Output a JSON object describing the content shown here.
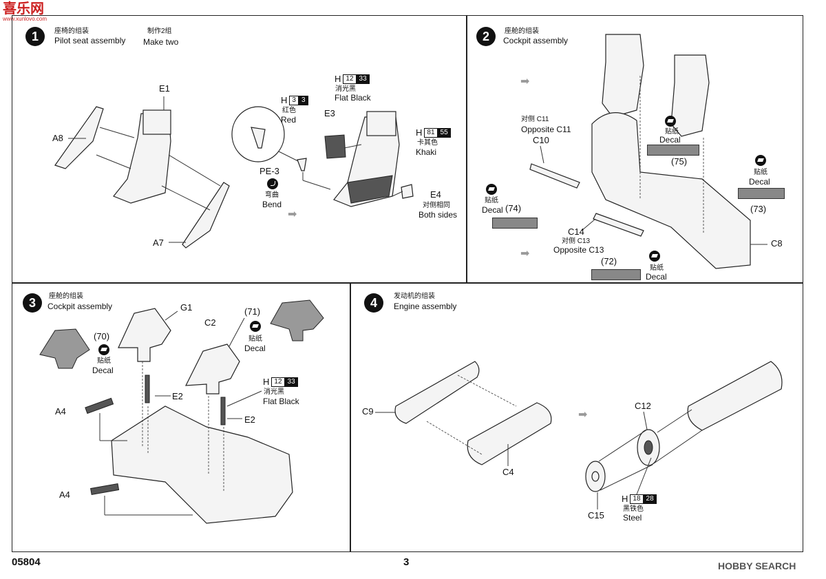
{
  "header_logo": "喜乐网",
  "header_url": "www.xunlovo.com",
  "footer": {
    "code": "05804",
    "page": "3",
    "brand": "HOBBY SEARCH"
  },
  "step1": {
    "num": "1",
    "title_cn": "座椅的组装",
    "title_en": "Pilot seat assembly",
    "make_cn": "制作2组",
    "make_en": "Make two",
    "labels": {
      "e1": "E1",
      "a8": "A8",
      "a7": "A7",
      "e3": "E3",
      "e4": "E4",
      "pe3": "PE-3"
    },
    "color_red": {
      "h": "H",
      "c1": "3",
      "c2": "3",
      "cn": "红色",
      "en": "Red"
    },
    "color_black": {
      "h": "H",
      "c1": "12",
      "c2": "33",
      "cn": "消光黑",
      "en": "Flat Black"
    },
    "color_khaki": {
      "h": "H",
      "c1": "81",
      "c2": "55",
      "cn": "卡其色",
      "en": "Khaki"
    },
    "bend_cn": "弯曲",
    "bend_en": "Bend",
    "both_cn": "对侧相同",
    "both_en": "Both sides"
  },
  "step2": {
    "num": "2",
    "title_cn": "座舱的组装",
    "title_en": "Cockpit  assembly",
    "opp_c11_cn": "对侧   C11",
    "opp_c11_en": "Opposite C11",
    "c10": "C10",
    "c14": "C14",
    "opp_c13_cn": "对侧 C13",
    "opp_c13_en": "Opposite C13",
    "c8": "C8",
    "d72": "(72)",
    "d73": "(73)",
    "d74": "(74)",
    "d75": "(75)",
    "decal_cn": "贴纸",
    "decal_en": "Decal"
  },
  "step3": {
    "num": "3",
    "title_cn": "座舱的组装",
    "title_en": "Cockpit  assembly",
    "g1": "G1",
    "c2": "C2",
    "e2": "E2",
    "a4": "A4",
    "d70": "(70)",
    "d71": "(71)",
    "decal_cn": "贴纸",
    "decal_en": "Decal",
    "color_black": {
      "h": "H",
      "c1": "12",
      "c2": "33",
      "cn": "消光黑",
      "en": "Flat Black"
    }
  },
  "step4": {
    "num": "4",
    "title_cn": "发动机的组装",
    "title_en": "Engine  assembly",
    "c9": "C9",
    "c4": "C4",
    "c12": "C12",
    "c15": "C15",
    "color_steel": {
      "h": "H",
      "c1": "18",
      "c2": "28",
      "cn": "黑铁色",
      "en": "Steel"
    }
  }
}
